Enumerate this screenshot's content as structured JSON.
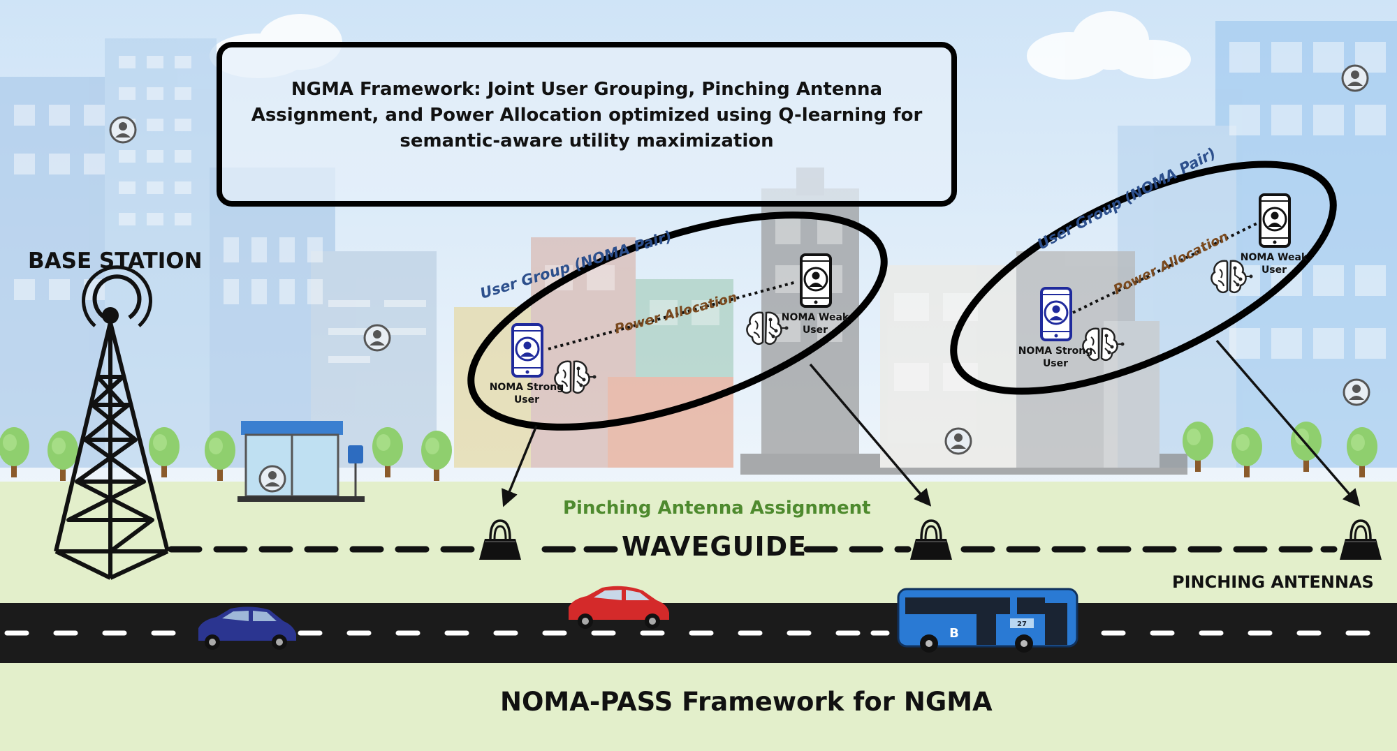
{
  "title_box": {
    "text": "NGMA Framework: Joint User Grouping, Pinching Antenna Assignment, and Power Allocation optimized using Q-learning for semantic-aware utility maximization"
  },
  "labels": {
    "base_station": "BASE STATION",
    "waveguide": "WAVEGUIDE",
    "pinching_assignment": "Pinching Antenna Assignment",
    "pinching_antennas": "PINCHING ANTENNAS",
    "footer_title": "NOMA-PASS Framework for NGMA"
  },
  "groups": [
    {
      "label": "User Group (NOMA Pair)",
      "power_label": "Power Allocation",
      "strong_user": "NOMA Strong User",
      "weak_user": "NOMA Weak User"
    },
    {
      "label": "User Group (NOMA Pair)",
      "power_label": "Power Allocation",
      "strong_user": "NOMA Strong User",
      "weak_user": "NOMA Weak User"
    }
  ],
  "vehicles": {
    "bus_letter": "B",
    "bus_number": "27"
  },
  "colors": {
    "group_label": "#2c4f8c",
    "power_label": "#7a4a1f",
    "pinching_assignment": "#4e8a2e",
    "phone": "#1f2a9c",
    "sky": "#dcebfa",
    "grass": "#e3efcb",
    "road": "#1b1b1b"
  },
  "icons": [
    "tower-icon",
    "phone-icon",
    "brain-icon",
    "clip-icon",
    "person-icon",
    "bus-stop-icon",
    "car-icon",
    "bus-icon",
    "tree-icon"
  ]
}
